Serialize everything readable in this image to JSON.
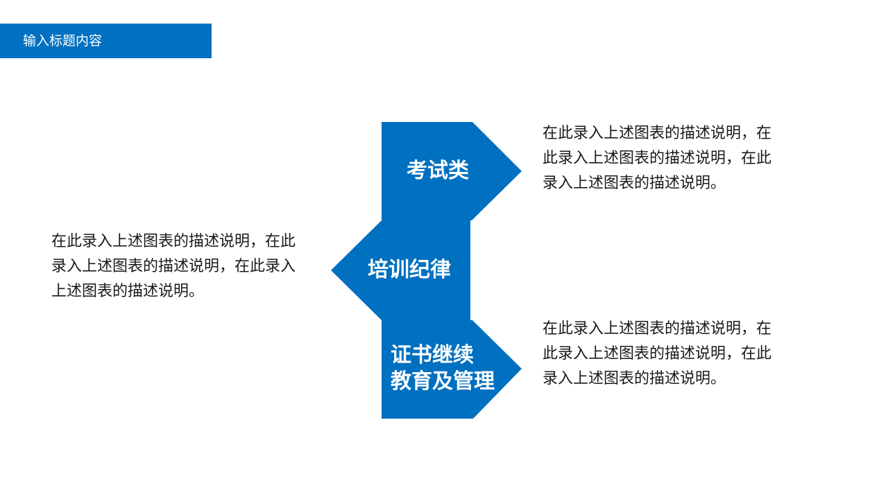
{
  "header": {
    "title": "输入标题内容"
  },
  "colors": {
    "accent": "#0070C0",
    "text": "#1a1a1a",
    "shape_text": "#ffffff"
  },
  "diagram": {
    "steps": [
      {
        "label_lines": [
          "考试类"
        ],
        "direction": "right"
      },
      {
        "label_lines": [
          "培训纪律"
        ],
        "direction": "left"
      },
      {
        "label_lines": [
          "证书继续",
          "教育及管理"
        ],
        "direction": "right"
      }
    ]
  },
  "descriptions": {
    "top_right": [
      "在此录入上述图表的描述说明，在",
      "此录入上述图表的描述说明，在此",
      "录入上述图表的描述说明。"
    ],
    "middle_left": [
      "在此录入上述图表的描述说明，在此",
      "录入上述图表的描述说明，在此录入",
      "上述图表的描述说明。"
    ],
    "bottom_right": [
      "在此录入上述图表的描述说明，在",
      "此录入上述图表的描述说明，在此",
      "录入上述图表的描述说明。"
    ]
  }
}
